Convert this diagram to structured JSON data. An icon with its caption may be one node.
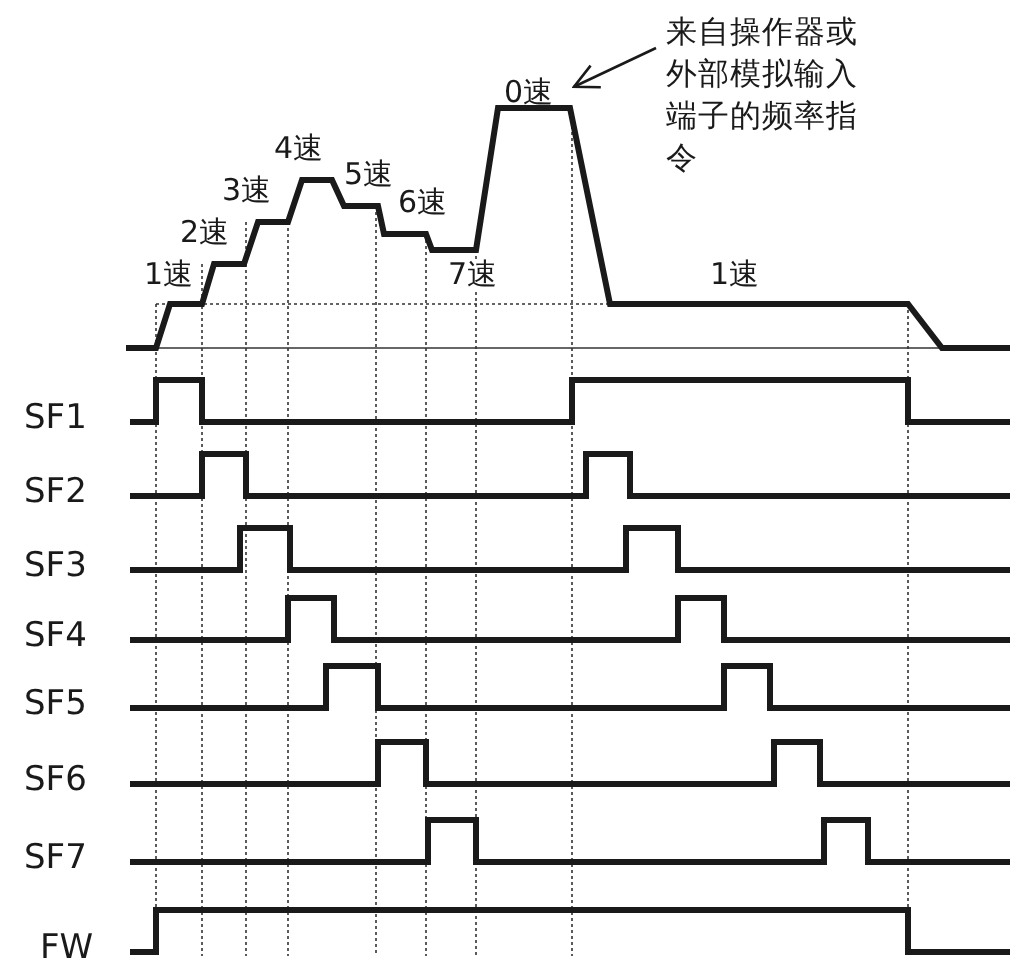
{
  "diagram": {
    "nodes": [
      {
        "text": [
          "来自操作器或外部模拟输入端子的频率指令"
        ]
      },
      {
        "text": [
          "0速"
        ]
      }
    ],
    "edges": [
      {
        "from": 0,
        "to": 1,
        "arrow": "to"
      }
    ],
    "labels": [
      "4速",
      "3速",
      "5速",
      "2速",
      "6速",
      "1速",
      "7速",
      "1速",
      "SF1",
      "SF2",
      "SF3",
      "SF4",
      "SF5",
      "SF6",
      "SF7",
      "FW"
    ]
  }
}
